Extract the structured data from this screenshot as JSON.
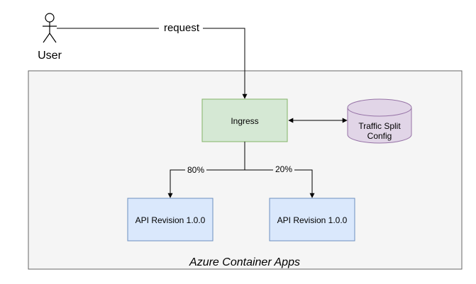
{
  "actor": {
    "label": "User"
  },
  "edges": {
    "request": {
      "label": "request"
    },
    "split_left": {
      "label": "80%"
    },
    "split_right": {
      "label": "20%"
    }
  },
  "container": {
    "label": "Azure Container Apps"
  },
  "nodes": {
    "ingress": {
      "label": "Ingress"
    },
    "config": {
      "line1": "Traffic Split",
      "line2": "Config"
    },
    "revision_left": {
      "label": "API Revision 1.0.0"
    },
    "revision_right": {
      "label": "API Revision 1.0.0"
    }
  },
  "colors": {
    "container_fill": "#f5f5f5",
    "container_stroke": "#666666",
    "ingress_fill": "#d5e8d4",
    "ingress_stroke": "#82b366",
    "revision_fill": "#dae8fc",
    "revision_stroke": "#6c8ebf",
    "config_fill": "#e1d5e7",
    "config_stroke": "#9673a6"
  },
  "icons": {
    "actor": "stick-figure-icon",
    "config": "database-cylinder-icon"
  }
}
